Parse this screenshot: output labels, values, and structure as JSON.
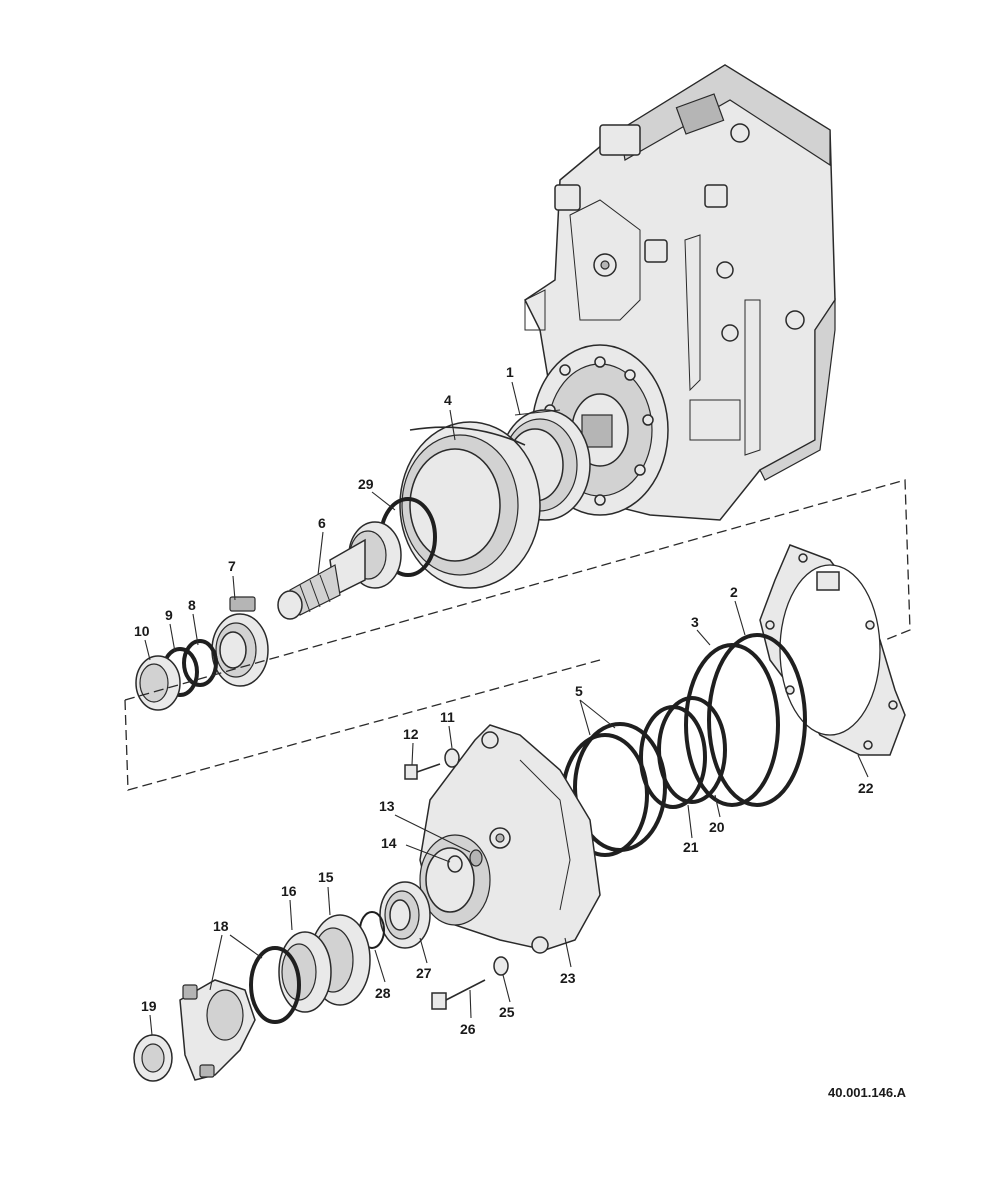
{
  "diagram": {
    "reference_code": "40.001.146.A",
    "callouts": {
      "c1": "1",
      "c2": "2",
      "c3": "3",
      "c4": "4",
      "c5": "5",
      "c6": "6",
      "c7": "7",
      "c8": "8",
      "c9": "9",
      "c10": "10",
      "c11": "11",
      "c12": "12",
      "c13": "13",
      "c14": "14",
      "c15": "15",
      "c16": "16",
      "c18": "18",
      "c19": "19",
      "c20": "20",
      "c21": "21",
      "c22": "22",
      "c23": "23",
      "c25": "25",
      "c26": "26",
      "c27": "27",
      "c28": "28",
      "c29": "29"
    }
  }
}
